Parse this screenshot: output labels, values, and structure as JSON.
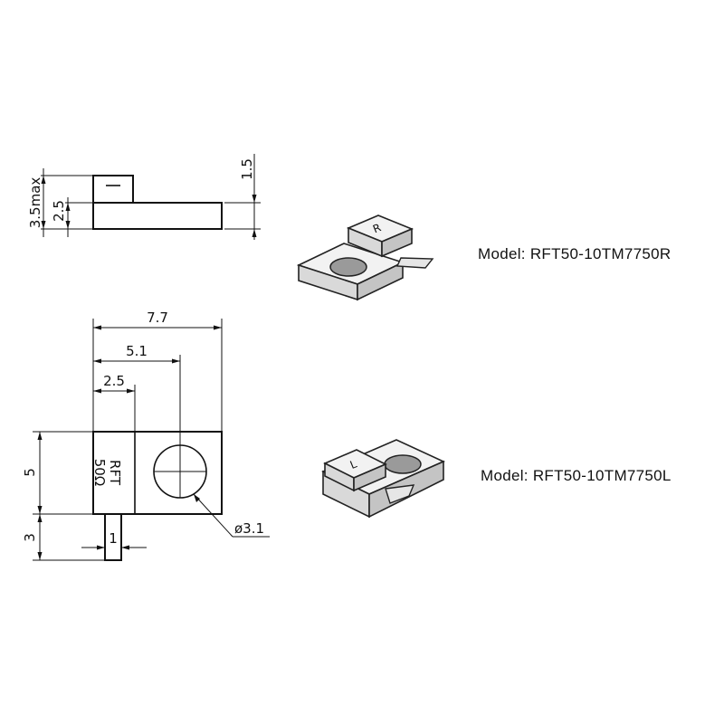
{
  "side_view": {
    "dim_total_height": "3.5max",
    "dim_body_height": "2.5",
    "dim_lead_height": "1.5"
  },
  "top_view": {
    "dim_width": "7.7",
    "dim_hole_center": "5.1",
    "dim_cap_width": "2.5",
    "dim_body_depth": "5",
    "dim_lead_length": "3",
    "dim_lead_width": "1",
    "dim_hole_diameter": "ø3.1",
    "marking_line1": "RFT",
    "marking_line2": "50Ω"
  },
  "products": [
    {
      "label": "Model: RFT50-10TM7750R",
      "chip_marking": "R"
    },
    {
      "label": "Model: RFT50-10TM7750L",
      "chip_marking": "L"
    }
  ],
  "colors": {
    "line": "#111111",
    "background": "#ffffff"
  }
}
